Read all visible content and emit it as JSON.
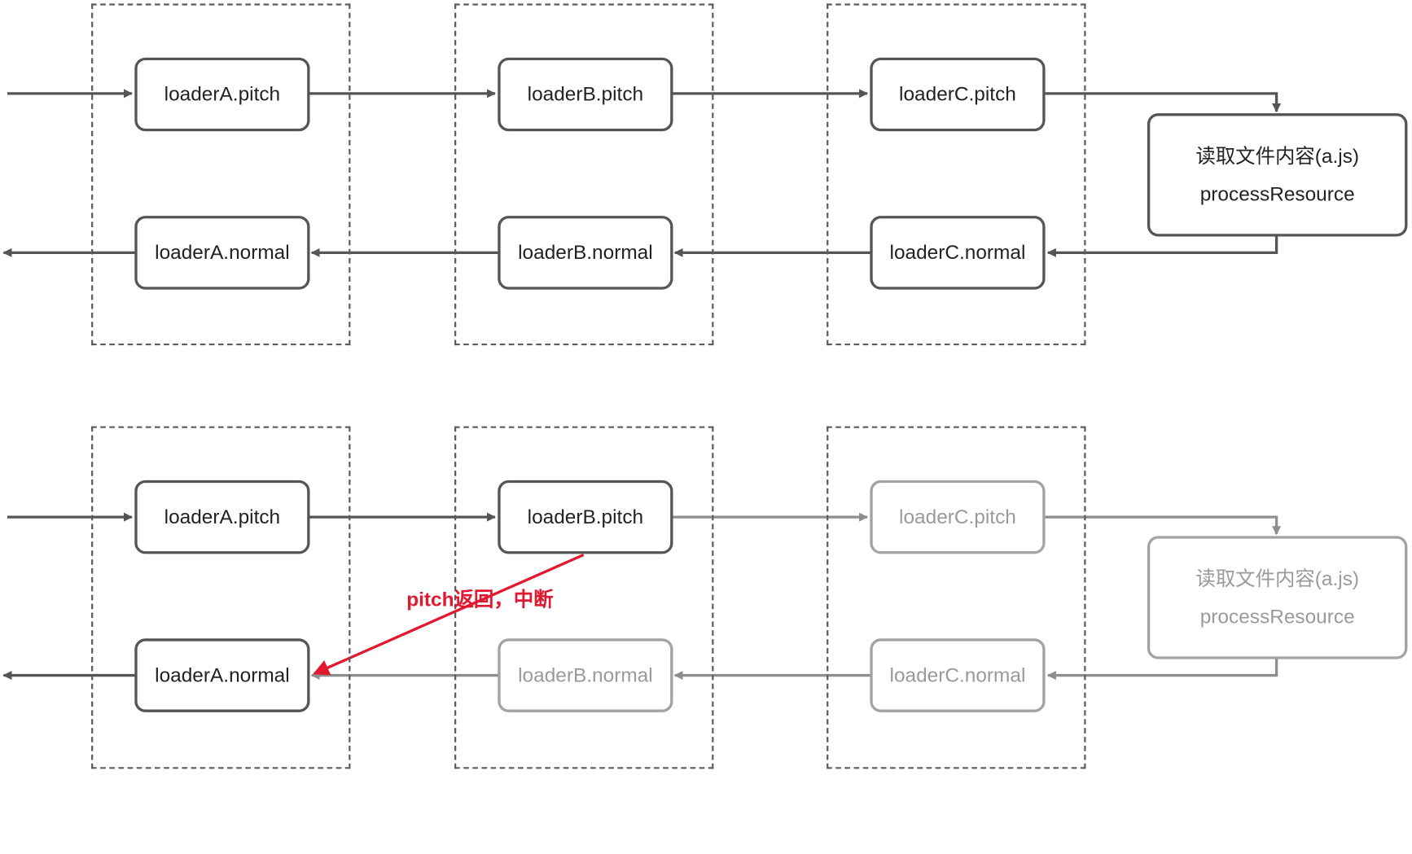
{
  "diagrams": [
    {
      "loaders": [
        {
          "pitch": "loaderA.pitch",
          "normal": "loaderA.normal"
        },
        {
          "pitch": "loaderB.pitch",
          "normal": "loaderB.normal"
        },
        {
          "pitch": "loaderC.pitch",
          "normal": "loaderC.normal"
        }
      ],
      "resource": {
        "line1": "读取文件内容(a.js)",
        "line2": "processResource"
      }
    },
    {
      "loaders": [
        {
          "pitch": "loaderA.pitch",
          "normal": "loaderA.normal"
        },
        {
          "pitch": "loaderB.pitch",
          "normal": "loaderB.normal"
        },
        {
          "pitch": "loaderC.pitch",
          "normal": "loaderC.normal"
        }
      ],
      "resource": {
        "line1": "读取文件内容(a.js)",
        "line2": "processResource"
      },
      "annotation": "pitch返回，中断"
    }
  ],
  "colors": {
    "active_stroke": "#555555",
    "inactive_stroke": "#a3a3a3",
    "annotation": "#e0192f"
  }
}
